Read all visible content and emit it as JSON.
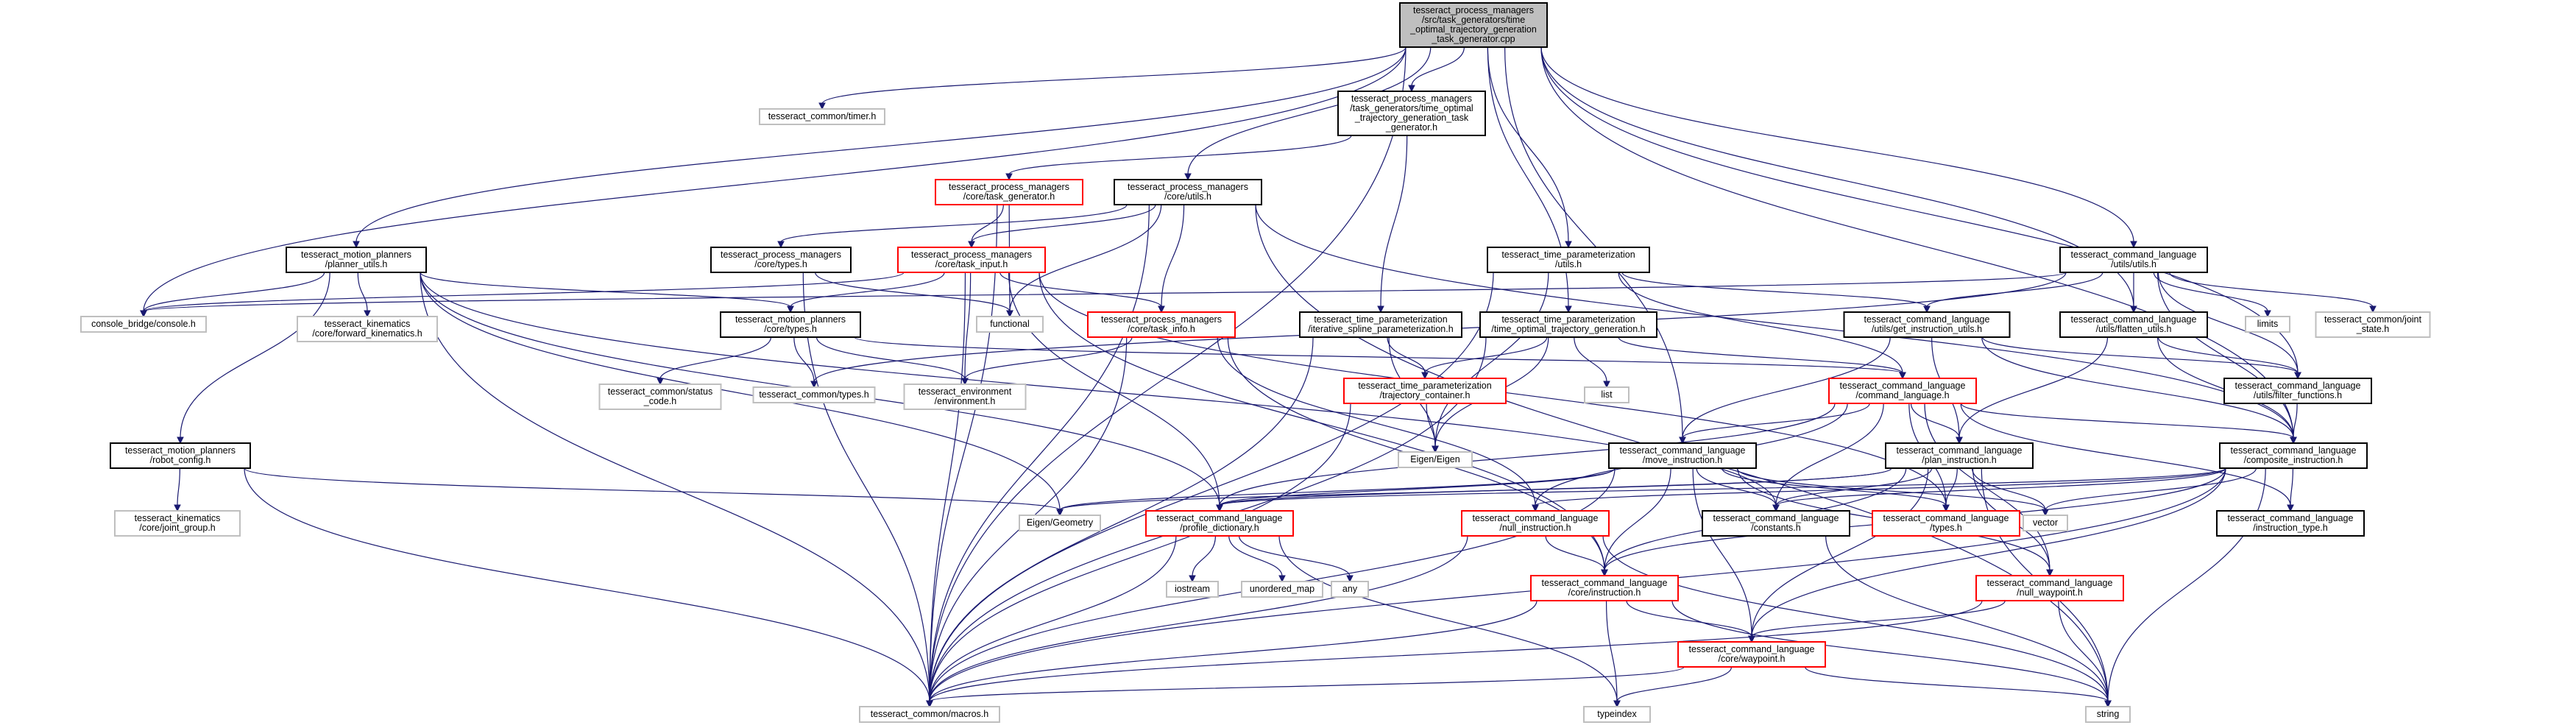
{
  "graph_title": "",
  "colors": {
    "root_fill": "#bfbfbf",
    "root_border": "#000000",
    "documented_border": "#000000",
    "has_children_border": "#ff0000",
    "external_border": "#bfbfbf",
    "edge": "#191970",
    "text": "#000000"
  },
  "nodes": [
    {
      "id": "root",
      "kind": "root",
      "label": [
        "tesseract_process_managers",
        "/src/task_generators/time",
        "_optimal_trajectory_generation",
        "_task_generator.cpp"
      ]
    },
    {
      "id": "timer",
      "kind": "external",
      "label": [
        "tesseract_common/timer.h"
      ]
    },
    {
      "id": "topt_taskgen_h",
      "kind": "documented",
      "label": [
        "tesseract_process_managers",
        "/task_generators/time_optimal",
        "_trajectory_generation_task",
        "_generator.h"
      ]
    },
    {
      "id": "core_task_generator",
      "kind": "red",
      "label": [
        "tesseract_process_managers",
        "/core/task_generator.h"
      ]
    },
    {
      "id": "core_utils",
      "kind": "documented",
      "label": [
        "tesseract_process_managers",
        "/core/utils.h"
      ]
    },
    {
      "id": "planner_utils",
      "kind": "documented",
      "label": [
        "tesseract_motion_planners",
        "/planner_utils.h"
      ]
    },
    {
      "id": "pm_core_types",
      "kind": "documented",
      "label": [
        "tesseract_process_managers",
        "/core/types.h"
      ]
    },
    {
      "id": "task_input",
      "kind": "red",
      "label": [
        "tesseract_process_managers",
        "/core/task_input.h"
      ]
    },
    {
      "id": "task_info",
      "kind": "red",
      "label": [
        "tesseract_process_managers",
        "/core/task_info.h"
      ]
    },
    {
      "id": "console",
      "kind": "external",
      "label": [
        "console_bridge/console.h"
      ]
    },
    {
      "id": "fwd_kin",
      "kind": "external",
      "label": [
        "tesseract_kinematics",
        "/core/forward_kinematics.h"
      ]
    },
    {
      "id": "mp_core_types",
      "kind": "documented",
      "label": [
        "tesseract_motion_planners",
        "/core/types.h"
      ]
    },
    {
      "id": "functional",
      "kind": "external",
      "label": [
        "functional"
      ]
    },
    {
      "id": "status_code",
      "kind": "external",
      "label": [
        "tesseract_common/status",
        "_code.h"
      ]
    },
    {
      "id": "common_types",
      "kind": "external",
      "label": [
        "tesseract_common/types.h"
      ]
    },
    {
      "id": "environment",
      "kind": "external",
      "label": [
        "tesseract_environment",
        "/environment.h"
      ]
    },
    {
      "id": "robot_config",
      "kind": "documented",
      "label": [
        "tesseract_motion_planners",
        "/robot_config.h"
      ]
    },
    {
      "id": "joint_group",
      "kind": "external",
      "label": [
        "tesseract_kinematics",
        "/core/joint_group.h"
      ]
    },
    {
      "id": "tp_utils",
      "kind": "documented",
      "label": [
        "tesseract_time_parameterization",
        "/utils.h"
      ]
    },
    {
      "id": "iter_spline",
      "kind": "documented",
      "label": [
        "tesseract_time_parameterization",
        "/iterative_spline_parameterization.h"
      ]
    },
    {
      "id": "topt_gen",
      "kind": "documented",
      "label": [
        "tesseract_time_parameterization",
        "/time_optimal_trajectory_generation.h"
      ]
    },
    {
      "id": "traj_container",
      "kind": "red",
      "label": [
        "tesseract_time_parameterization",
        "/trajectory_container.h"
      ]
    },
    {
      "id": "list",
      "kind": "external",
      "label": [
        "list"
      ]
    },
    {
      "id": "eigen",
      "kind": "external",
      "label": [
        "Eigen/Eigen"
      ]
    },
    {
      "id": "eigen_geom",
      "kind": "external",
      "label": [
        "Eigen/Geometry"
      ]
    },
    {
      "id": "cl_utils",
      "kind": "documented",
      "label": [
        "tesseract_command_language",
        "/utils/utils.h"
      ]
    },
    {
      "id": "get_instr_utils",
      "kind": "documented",
      "label": [
        "tesseract_command_language",
        "/utils/get_instruction_utils.h"
      ]
    },
    {
      "id": "flatten_utils",
      "kind": "documented",
      "label": [
        "tesseract_command_language",
        "/utils/flatten_utils.h"
      ]
    },
    {
      "id": "limits",
      "kind": "external",
      "label": [
        "limits"
      ]
    },
    {
      "id": "joint_state",
      "kind": "external",
      "label": [
        "tesseract_common/joint",
        "_state.h"
      ]
    },
    {
      "id": "filter_functions",
      "kind": "documented",
      "label": [
        "tesseract_command_language",
        "/utils/filter_functions.h"
      ]
    },
    {
      "id": "command_language",
      "kind": "red",
      "label": [
        "tesseract_command_language",
        "/command_language.h"
      ]
    },
    {
      "id": "composite_instruction",
      "kind": "documented",
      "label": [
        "tesseract_command_language",
        "/composite_instruction.h"
      ]
    },
    {
      "id": "move_instruction",
      "kind": "documented",
      "label": [
        "tesseract_command_language",
        "/move_instruction.h"
      ]
    },
    {
      "id": "plan_instruction",
      "kind": "documented",
      "label": [
        "tesseract_command_language",
        "/plan_instruction.h"
      ]
    },
    {
      "id": "vector",
      "kind": "external",
      "label": [
        "vector"
      ]
    },
    {
      "id": "instruction_type",
      "kind": "documented",
      "label": [
        "tesseract_command_language",
        "/instruction_type.h"
      ]
    },
    {
      "id": "profile_dictionary",
      "kind": "red",
      "label": [
        "tesseract_command_language",
        "/profile_dictionary.h"
      ]
    },
    {
      "id": "null_instruction",
      "kind": "red",
      "label": [
        "tesseract_command_language",
        "/null_instruction.h"
      ]
    },
    {
      "id": "constants",
      "kind": "documented",
      "label": [
        "tesseract_command_language",
        "/constants.h"
      ]
    },
    {
      "id": "cl_types",
      "kind": "red",
      "label": [
        "tesseract_command_language",
        "/types.h"
      ]
    },
    {
      "id": "iostream",
      "kind": "external",
      "label": [
        "iostream"
      ]
    },
    {
      "id": "unordered_map",
      "kind": "external",
      "label": [
        "unordered_map"
      ]
    },
    {
      "id": "any",
      "kind": "external",
      "label": [
        "any"
      ]
    },
    {
      "id": "core_instruction",
      "kind": "red",
      "label": [
        "tesseract_command_language",
        "/core/instruction.h"
      ]
    },
    {
      "id": "null_waypoint",
      "kind": "red",
      "label": [
        "tesseract_command_language",
        "/null_waypoint.h"
      ]
    },
    {
      "id": "core_waypoint",
      "kind": "red",
      "label": [
        "tesseract_command_language",
        "/core/waypoint.h"
      ]
    },
    {
      "id": "macros",
      "kind": "external",
      "label": [
        "tesseract_common/macros.h"
      ]
    },
    {
      "id": "typeindex",
      "kind": "external",
      "label": [
        "typeindex"
      ]
    },
    {
      "id": "string",
      "kind": "external",
      "label": [
        "string"
      ]
    }
  ],
  "edges": [
    [
      "root",
      "timer"
    ],
    [
      "root",
      "topt_taskgen_h"
    ],
    [
      "root",
      "core_utils"
    ],
    [
      "root",
      "planner_utils"
    ],
    [
      "root",
      "console"
    ],
    [
      "root",
      "macros"
    ],
    [
      "root",
      "tp_utils"
    ],
    [
      "root",
      "topt_gen"
    ],
    [
      "root",
      "move_instruction"
    ],
    [
      "root",
      "cl_utils"
    ],
    [
      "root",
      "flatten_utils"
    ],
    [
      "root",
      "filter_functions"
    ],
    [
      "root",
      "composite_instruction"
    ],
    [
      "topt_taskgen_h",
      "core_task_generator"
    ],
    [
      "topt_taskgen_h",
      "iter_spline"
    ],
    [
      "core_task_generator",
      "task_input"
    ],
    [
      "core_task_generator",
      "functional"
    ],
    [
      "core_task_generator",
      "macros"
    ],
    [
      "core_utils",
      "pm_core_types"
    ],
    [
      "core_utils",
      "task_input"
    ],
    [
      "core_utils",
      "task_info"
    ],
    [
      "core_utils",
      "functional"
    ],
    [
      "core_utils",
      "macros"
    ],
    [
      "core_utils",
      "composite_instruction"
    ],
    [
      "core_utils",
      "string"
    ],
    [
      "pm_core_types",
      "functional"
    ],
    [
      "pm_core_types",
      "macros"
    ],
    [
      "task_input",
      "task_info"
    ],
    [
      "task_input",
      "mp_core_types"
    ],
    [
      "task_input",
      "environment"
    ],
    [
      "task_input",
      "profile_dictionary"
    ],
    [
      "task_input",
      "core_instruction"
    ],
    [
      "task_input",
      "cl_types"
    ],
    [
      "task_input",
      "console"
    ],
    [
      "task_input",
      "macros"
    ],
    [
      "task_info",
      "environment"
    ],
    [
      "task_info",
      "core_instruction"
    ],
    [
      "task_info",
      "null_instruction"
    ],
    [
      "task_info",
      "macros"
    ],
    [
      "planner_utils",
      "console"
    ],
    [
      "planner_utils",
      "fwd_kin"
    ],
    [
      "planner_utils",
      "mp_core_types"
    ],
    [
      "planner_utils",
      "robot_config"
    ],
    [
      "planner_utils",
      "eigen_geom"
    ],
    [
      "planner_utils",
      "profile_dictionary"
    ],
    [
      "planner_utils",
      "constants"
    ],
    [
      "planner_utils",
      "macros"
    ],
    [
      "mp_core_types",
      "status_code"
    ],
    [
      "mp_core_types",
      "common_types"
    ],
    [
      "mp_core_types",
      "environment"
    ],
    [
      "mp_core_types",
      "command_language"
    ],
    [
      "robot_config",
      "joint_group"
    ],
    [
      "robot_config",
      "eigen_geom"
    ],
    [
      "robot_config",
      "macros"
    ],
    [
      "tp_utils",
      "eigen"
    ],
    [
      "tp_utils",
      "command_language"
    ],
    [
      "tp_utils",
      "get_instr_utils"
    ],
    [
      "tp_utils",
      "macros"
    ],
    [
      "iter_spline",
      "traj_container"
    ],
    [
      "iter_spline",
      "eigen"
    ],
    [
      "iter_spline",
      "macros"
    ],
    [
      "topt_gen",
      "traj_container"
    ],
    [
      "topt_gen",
      "list"
    ],
    [
      "topt_gen",
      "eigen"
    ],
    [
      "topt_gen",
      "command_language"
    ],
    [
      "topt_gen",
      "macros"
    ],
    [
      "traj_container",
      "eigen"
    ],
    [
      "traj_container",
      "macros"
    ],
    [
      "cl_utils",
      "get_instr_utils"
    ],
    [
      "cl_utils",
      "flatten_utils"
    ],
    [
      "cl_utils",
      "limits"
    ],
    [
      "cl_utils",
      "joint_state"
    ],
    [
      "cl_utils",
      "filter_functions"
    ],
    [
      "cl_utils",
      "composite_instruction"
    ],
    [
      "cl_utils",
      "console"
    ],
    [
      "cl_utils",
      "common_types"
    ],
    [
      "get_instr_utils",
      "move_instruction"
    ],
    [
      "get_instr_utils",
      "plan_instruction"
    ],
    [
      "get_instr_utils",
      "composite_instruction"
    ],
    [
      "get_instr_utils",
      "filter_functions"
    ],
    [
      "flatten_utils",
      "filter_functions"
    ],
    [
      "flatten_utils",
      "composite_instruction"
    ],
    [
      "flatten_utils",
      "plan_instruction"
    ],
    [
      "filter_functions",
      "composite_instruction"
    ],
    [
      "command_language",
      "move_instruction"
    ],
    [
      "command_language",
      "plan_instruction"
    ],
    [
      "command_language",
      "composite_instruction"
    ],
    [
      "command_language",
      "null_instruction"
    ],
    [
      "command_language",
      "null_waypoint"
    ],
    [
      "command_language",
      "cl_types"
    ],
    [
      "command_language",
      "constants"
    ],
    [
      "command_language",
      "instruction_type"
    ],
    [
      "command_language",
      "profile_dictionary"
    ],
    [
      "composite_instruction",
      "vector"
    ],
    [
      "composite_instruction",
      "instruction_type"
    ],
    [
      "composite_instruction",
      "constants"
    ],
    [
      "composite_instruction",
      "null_instruction"
    ],
    [
      "composite_instruction",
      "profile_dictionary"
    ],
    [
      "composite_instruction",
      "core_instruction"
    ],
    [
      "composite_instruction",
      "core_waypoint"
    ],
    [
      "composite_instruction",
      "string"
    ],
    [
      "composite_instruction",
      "macros"
    ],
    [
      "move_instruction",
      "eigen_geom"
    ],
    [
      "move_instruction",
      "vector"
    ],
    [
      "move_instruction",
      "constants"
    ],
    [
      "move_instruction",
      "cl_types"
    ],
    [
      "move_instruction",
      "core_instruction"
    ],
    [
      "move_instruction",
      "core_waypoint"
    ],
    [
      "move_instruction",
      "null_waypoint"
    ],
    [
      "move_instruction",
      "profile_dictionary"
    ],
    [
      "move_instruction",
      "macros"
    ],
    [
      "plan_instruction",
      "eigen_geom"
    ],
    [
      "plan_instruction",
      "vector"
    ],
    [
      "plan_instruction",
      "constants"
    ],
    [
      "plan_instruction",
      "cl_types"
    ],
    [
      "plan_instruction",
      "core_instruction"
    ],
    [
      "plan_instruction",
      "null_waypoint"
    ],
    [
      "plan_instruction",
      "core_waypoint"
    ],
    [
      "plan_instruction",
      "profile_dictionary"
    ],
    [
      "plan_instruction",
      "string"
    ],
    [
      "profile_dictionary",
      "iostream"
    ],
    [
      "profile_dictionary",
      "unordered_map"
    ],
    [
      "profile_dictionary",
      "any"
    ],
    [
      "profile_dictionary",
      "typeindex"
    ],
    [
      "profile_dictionary",
      "macros"
    ],
    [
      "null_instruction",
      "core_instruction"
    ],
    [
      "null_instruction",
      "string"
    ],
    [
      "null_instruction",
      "macros"
    ],
    [
      "constants",
      "string"
    ],
    [
      "core_instruction",
      "typeindex"
    ],
    [
      "core_instruction",
      "string"
    ],
    [
      "core_instruction",
      "core_waypoint"
    ],
    [
      "core_instruction",
      "macros"
    ],
    [
      "null_waypoint",
      "core_waypoint"
    ],
    [
      "null_waypoint",
      "string"
    ],
    [
      "null_waypoint",
      "macros"
    ],
    [
      "core_waypoint",
      "typeindex"
    ],
    [
      "core_waypoint",
      "string"
    ],
    [
      "core_waypoint",
      "macros"
    ]
  ]
}
